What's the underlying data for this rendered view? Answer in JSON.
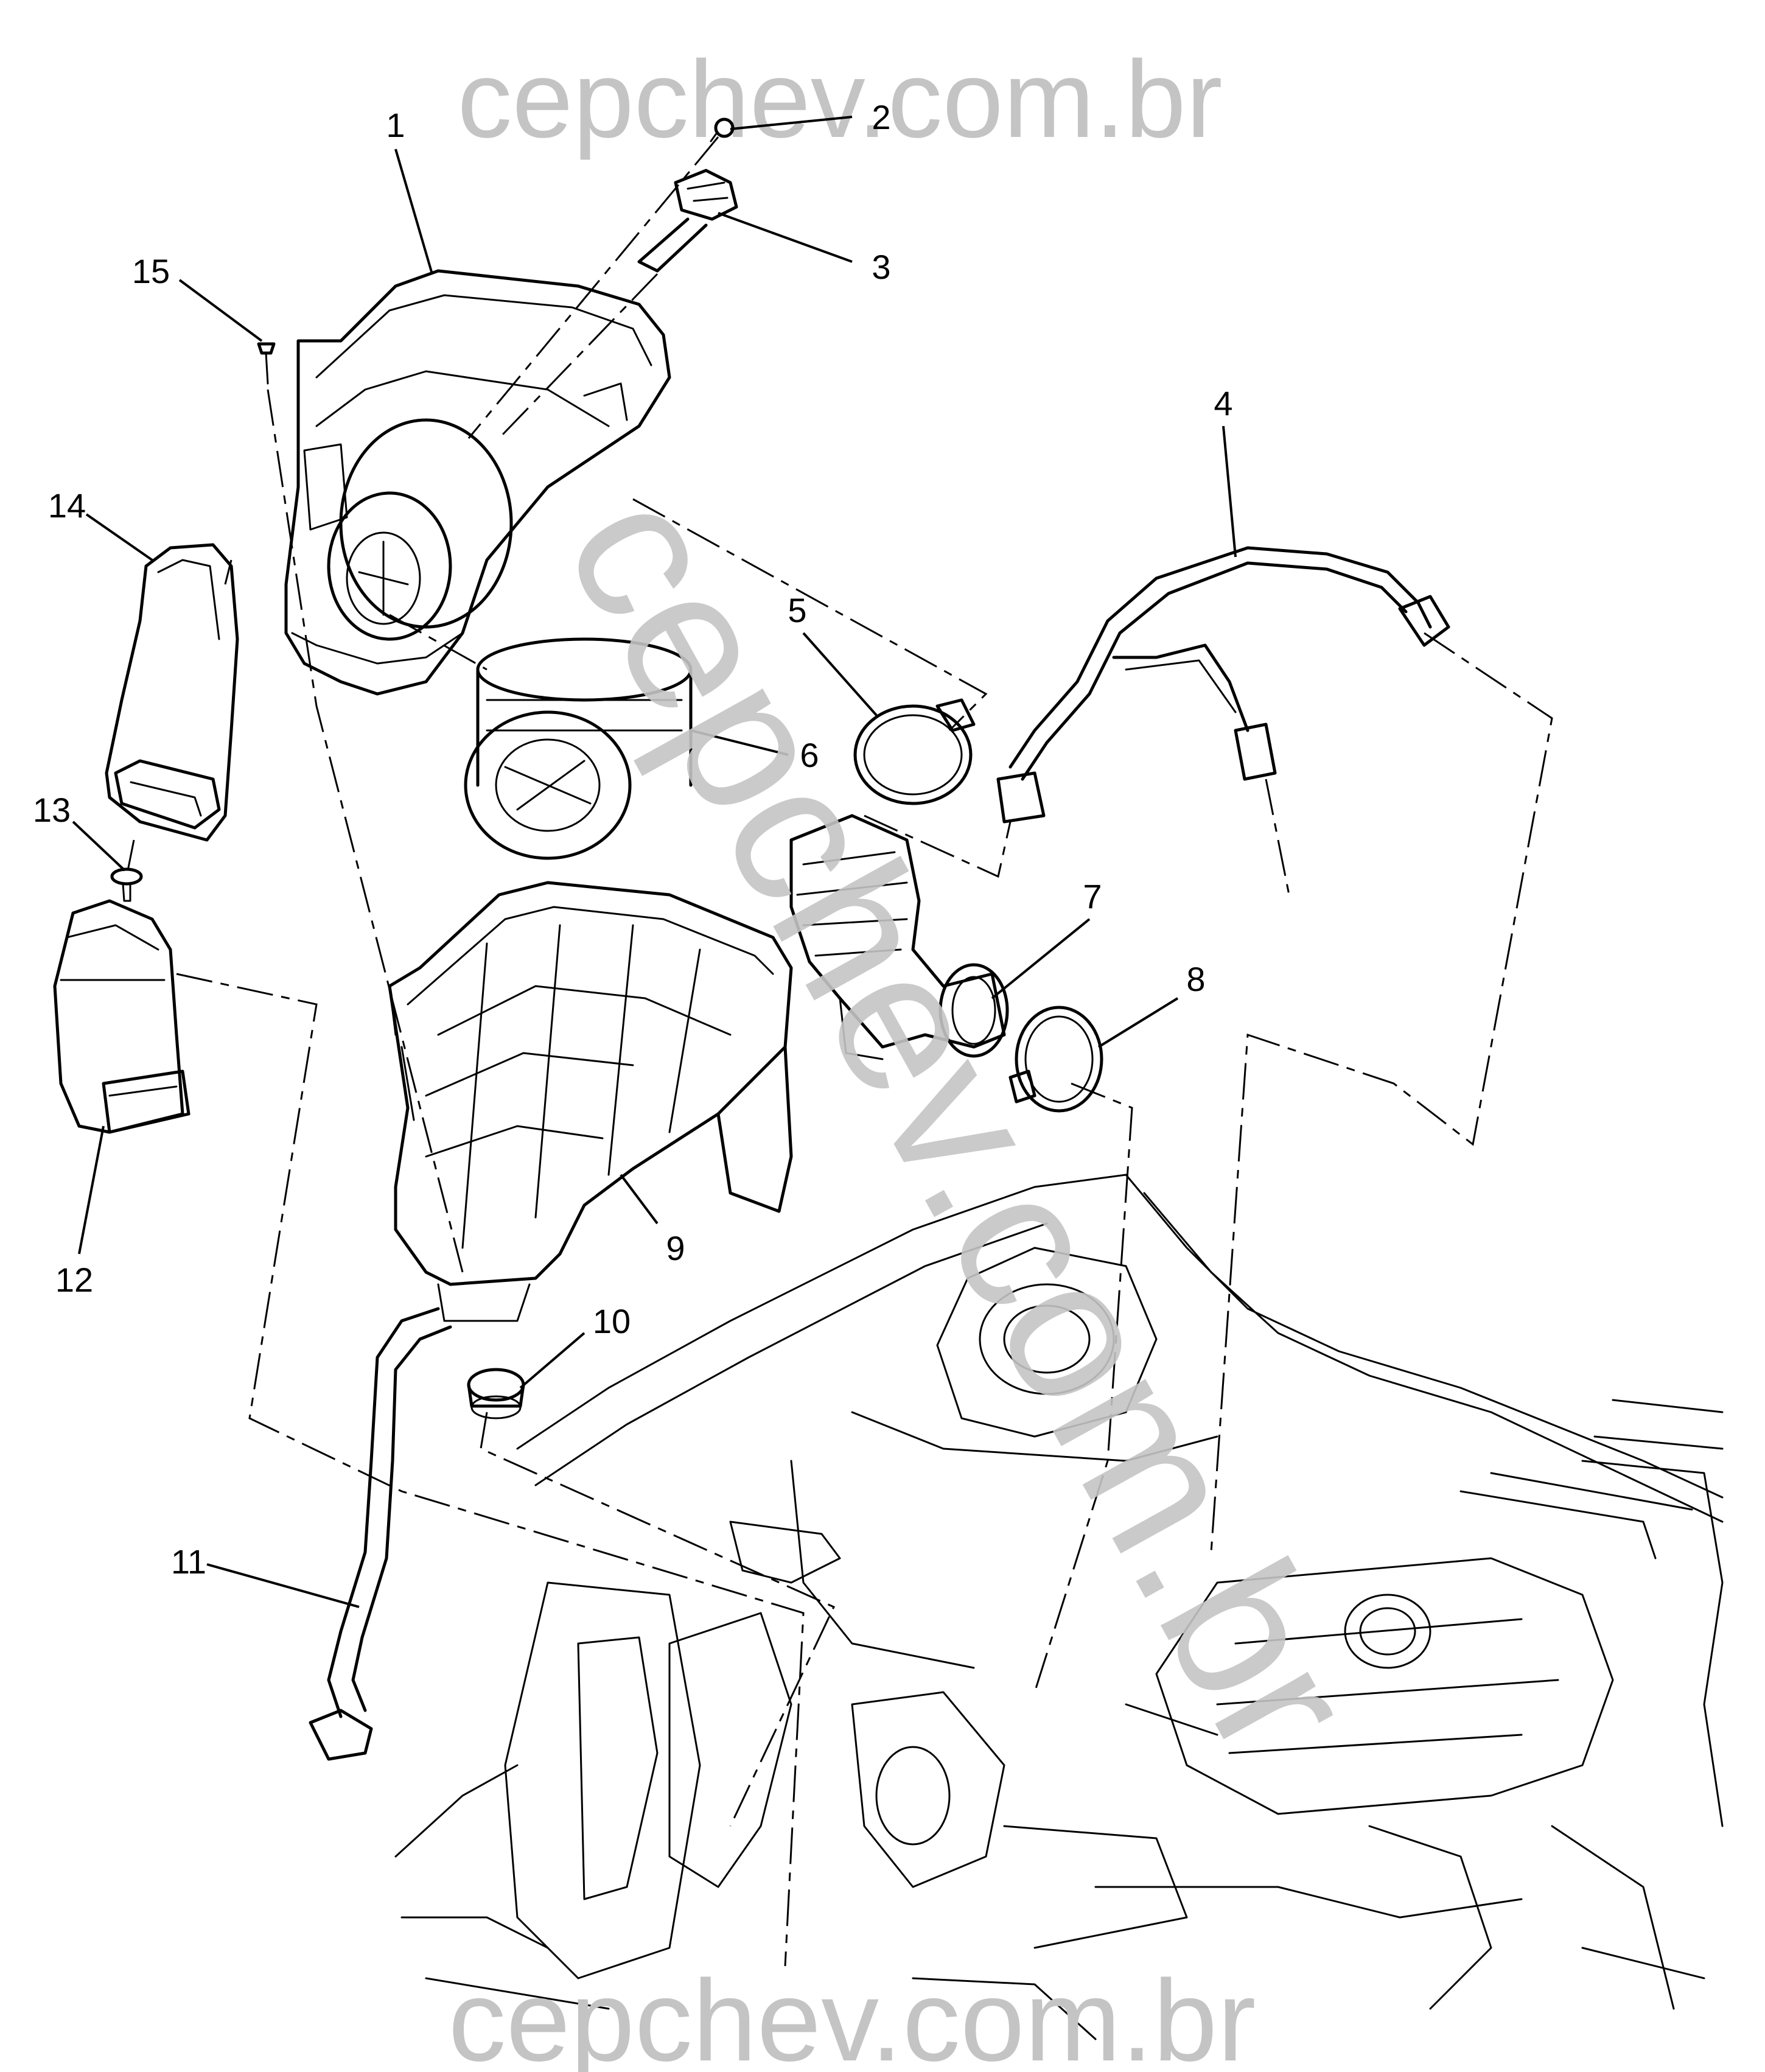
{
  "watermark": {
    "text": "cepchev.com.br",
    "diagonal_text": "cepchev.com.br",
    "color": "#c4c4c4"
  },
  "callouts": [
    {
      "id": "1",
      "label": "1"
    },
    {
      "id": "2",
      "label": "2"
    },
    {
      "id": "3",
      "label": "3"
    },
    {
      "id": "4",
      "label": "4"
    },
    {
      "id": "5",
      "label": "5"
    },
    {
      "id": "6",
      "label": "6"
    },
    {
      "id": "7",
      "label": "7"
    },
    {
      "id": "8",
      "label": "8"
    },
    {
      "id": "9",
      "label": "9"
    },
    {
      "id": "10",
      "label": "10"
    },
    {
      "id": "11",
      "label": "11"
    },
    {
      "id": "12",
      "label": "12"
    },
    {
      "id": "13",
      "label": "13"
    },
    {
      "id": "14",
      "label": "14"
    },
    {
      "id": "15",
      "label": "15"
    }
  ]
}
